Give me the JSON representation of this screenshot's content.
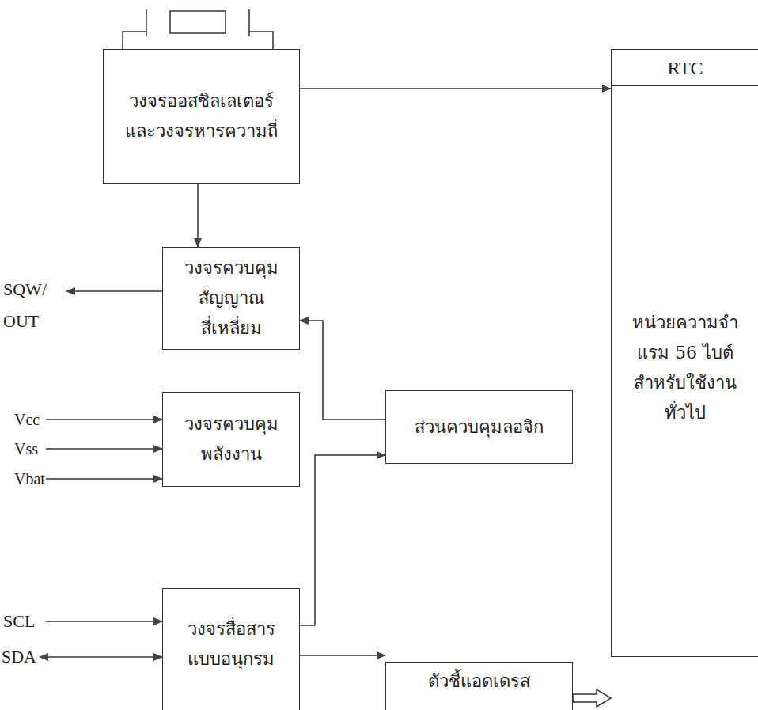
{
  "diagram": {
    "nodes": [
      {
        "text": [
          "วงจรออสซิลเลเตอร์ และวงจรหารความถี่"
        ]
      },
      {
        "text": [
          "RTC",
          "หน่วยความจำ แรม 56 ไบต์ สำหรับใช้งาน ทั่วไป"
        ]
      },
      {
        "text": [
          "วงจรควบคุม สัญญาณสี่เหลี่ยม"
        ]
      },
      {
        "text": [
          "วงจรควบคุม พลังงาน"
        ]
      },
      {
        "text": [
          "ส่วนควบคุมลอจิก"
        ]
      },
      {
        "text": [
          "วงจรสื่อสาร แบบอนุกรม"
        ]
      },
      {
        "text": [
          "ตัวชี้แอดเดรส"
        ]
      }
    ],
    "edges": [
      {
        "from": 0,
        "to": 1,
        "arrow": "to"
      },
      {
        "from": 0,
        "to": 2,
        "arrow": "to"
      },
      {
        "from": 4,
        "to": 2,
        "arrow": "to"
      },
      {
        "from": 5,
        "to": 4,
        "arrow": "to"
      },
      {
        "from": 5,
        "to": 6,
        "arrow": "to"
      },
      {
        "from": 6,
        "to": 1,
        "arrow": "to"
      }
    ],
    "labels": [
      "SQW/ OUT",
      "Vcc",
      "Vss",
      "Vbat",
      "SCL",
      "SDA"
    ]
  }
}
